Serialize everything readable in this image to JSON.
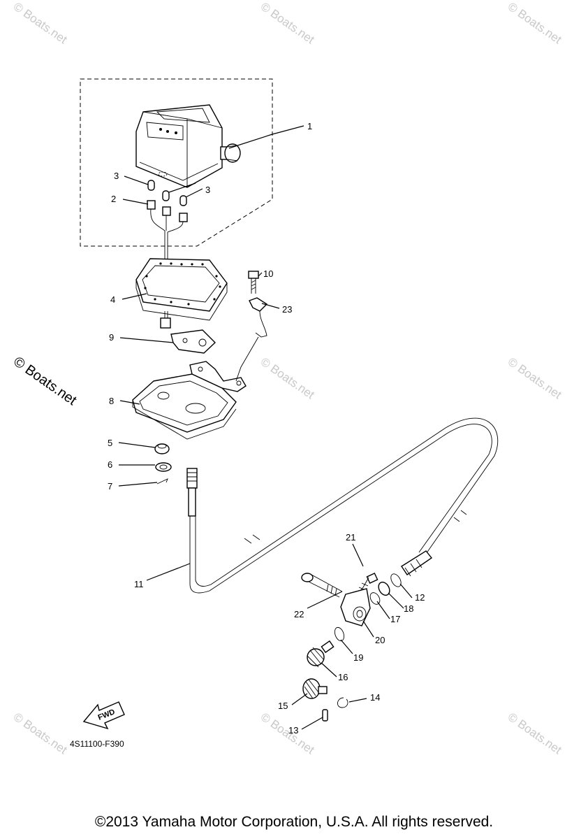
{
  "watermark": "© Boats.net",
  "diagram_code": "4S11100-F390",
  "fwd_label": "FWD",
  "copyright": "©2013 Yamaha Motor Corporation, U.S.A. All rights reserved.",
  "callouts": {
    "c1": "1",
    "c2": "2",
    "c3a": "3",
    "c3b": "3",
    "c4": "4",
    "c5": "5",
    "c6": "6",
    "c7": "7",
    "c8": "8",
    "c9": "9",
    "c10": "10",
    "c11": "11",
    "c12": "12",
    "c13": "13",
    "c14": "14",
    "c15": "15",
    "c16": "16",
    "c17": "17",
    "c18": "18",
    "c19": "19",
    "c20": "20",
    "c21": "21",
    "c22": "22",
    "c23": "23"
  }
}
